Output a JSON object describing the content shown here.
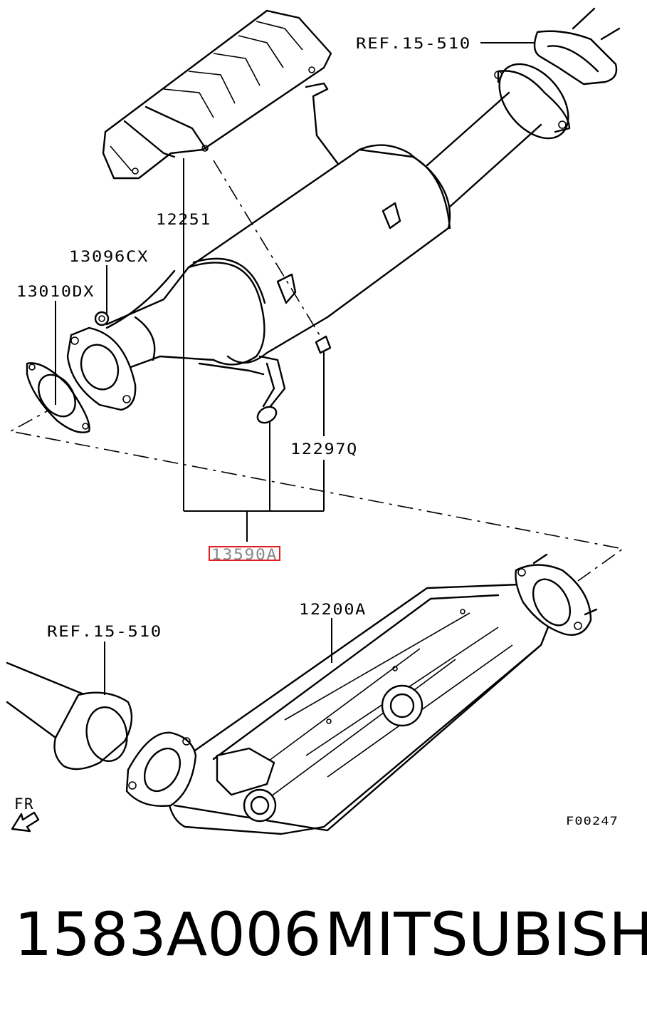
{
  "labels": {
    "ref_top": "REF.15-510",
    "ref_bottom": "REF.15-510",
    "p12251": "12251",
    "p13096cx": "13096CX",
    "p13010dx": "13010DX",
    "p12297q": "12297Q",
    "p13590a": "13590A",
    "p12200a": "12200A",
    "fr": "FR",
    "figure_code": "F00247"
  },
  "caption": {
    "part_number": "1583A006",
    "brand": "MITSUBISHI"
  },
  "colors": {
    "highlight_box": "#e02020",
    "lines": "#000000",
    "background": "#ffffff"
  }
}
